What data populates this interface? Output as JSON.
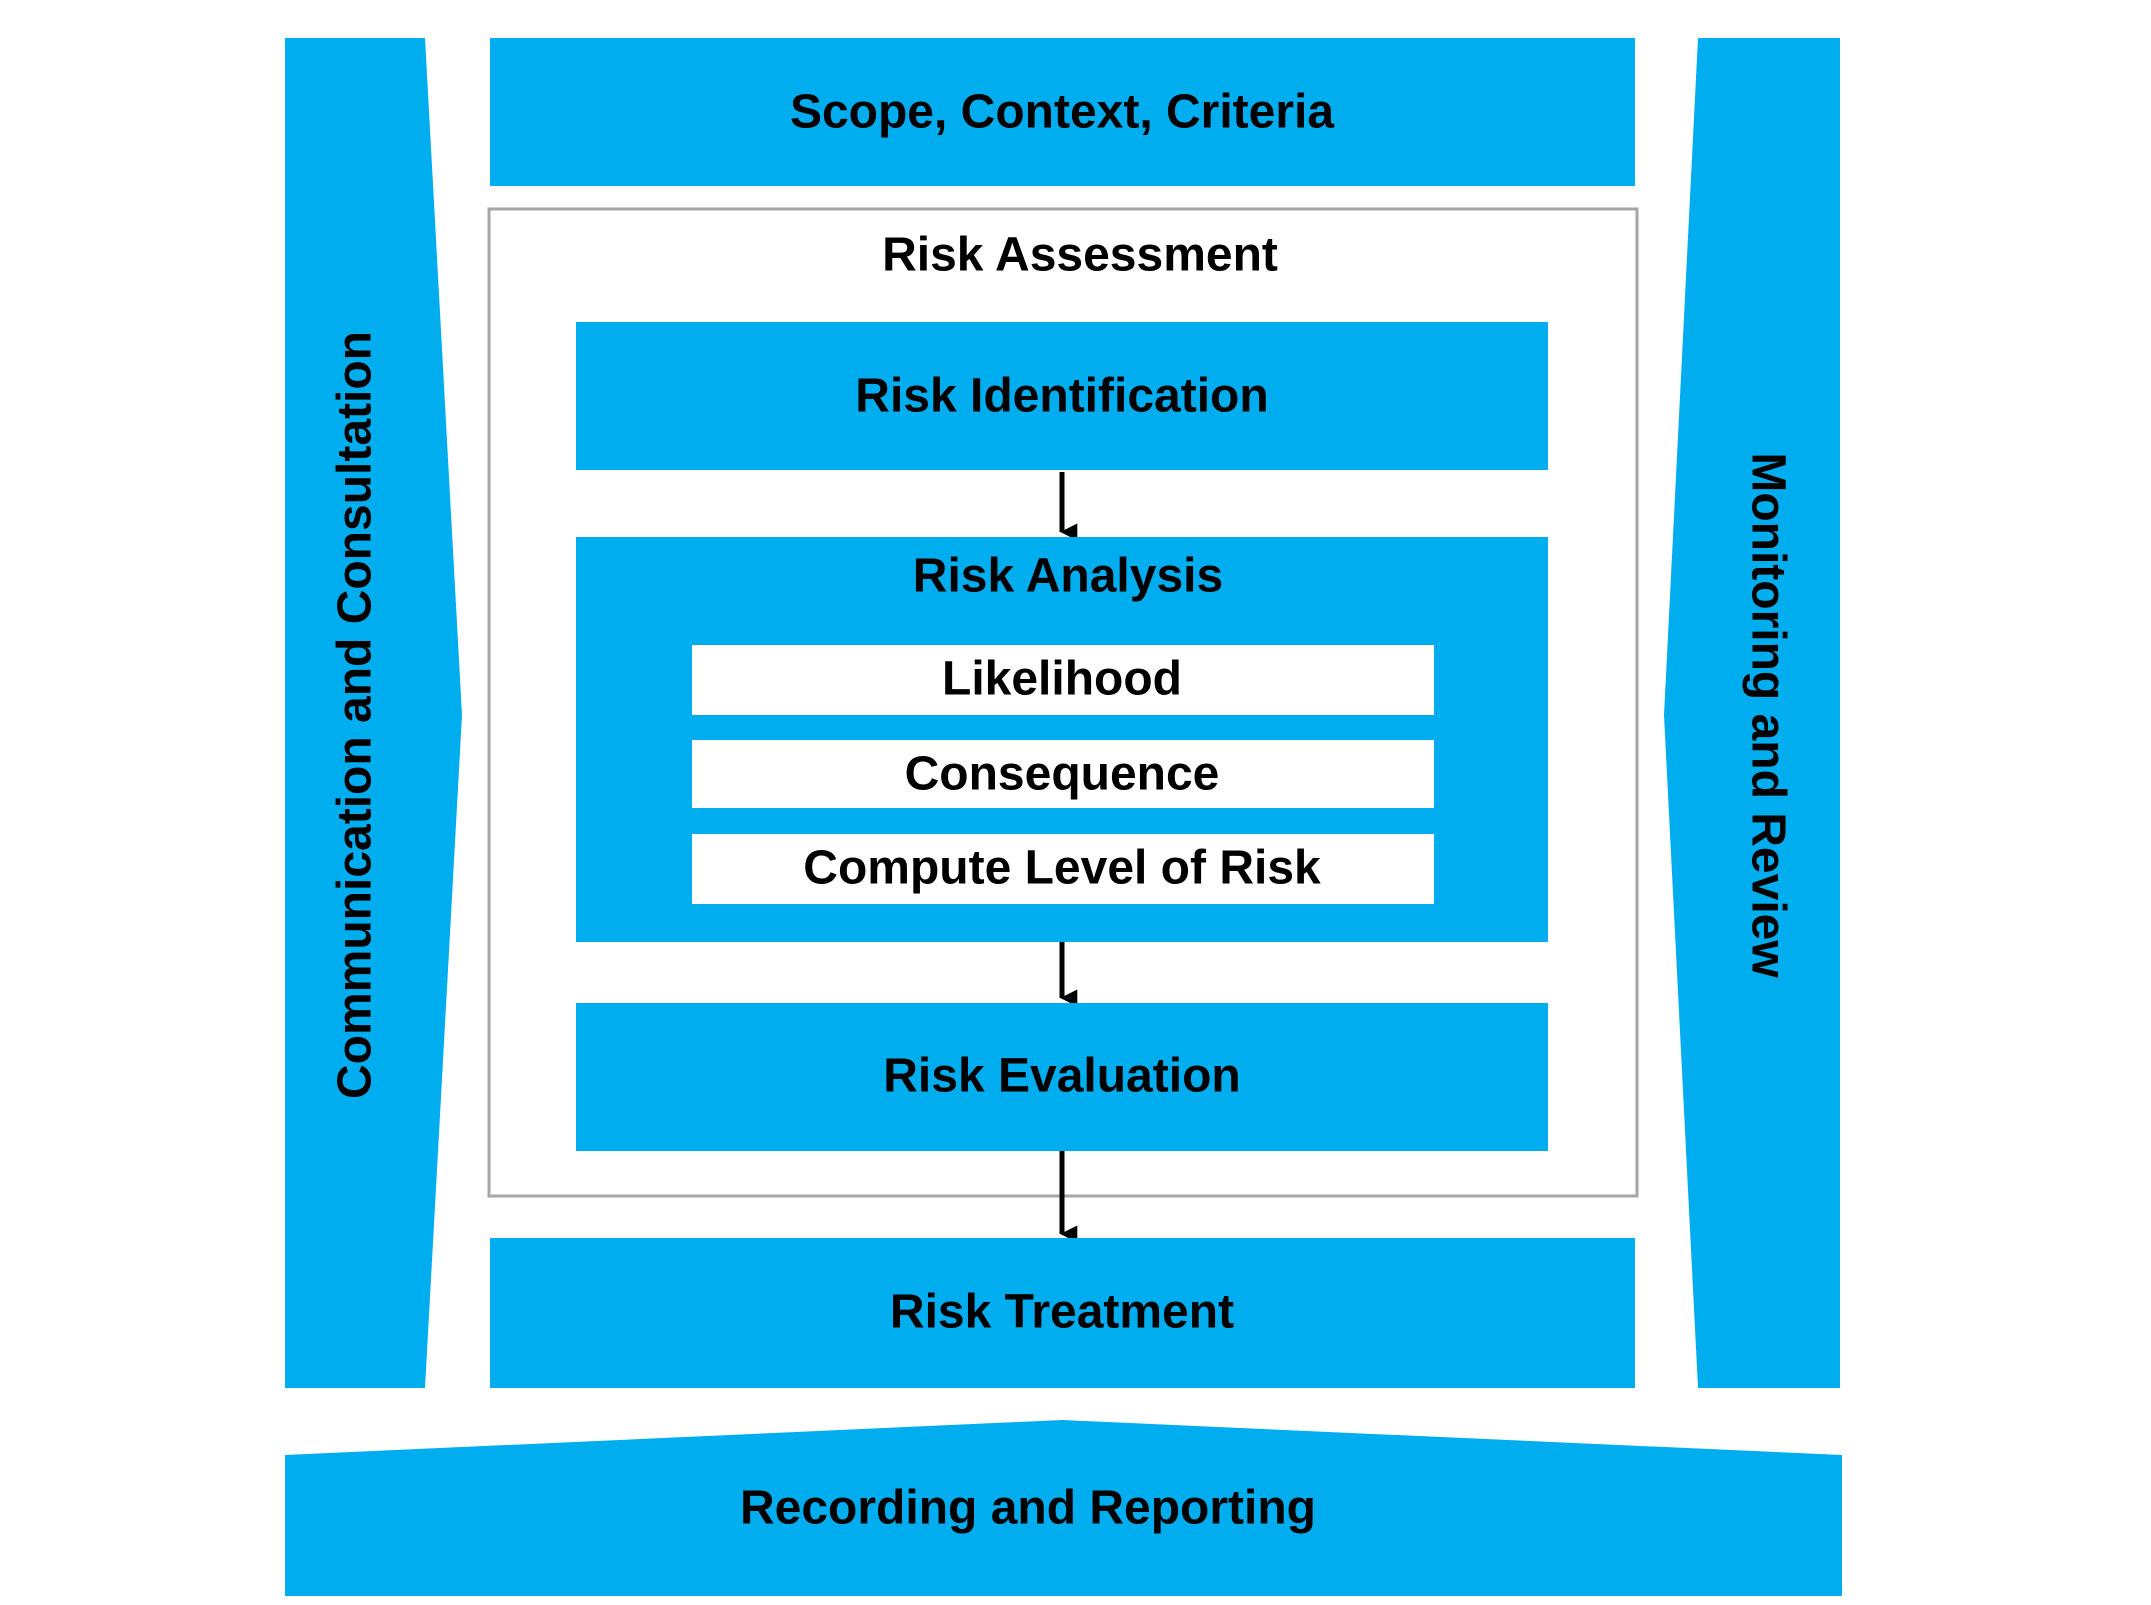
{
  "colors": {
    "accent": "#00AEEF",
    "box_fill": "#FFFFFF",
    "frame_border": "#A6A6A6",
    "text": "#000000",
    "arrow": "#000000"
  },
  "side_left": {
    "label": "Communication and Consultation"
  },
  "side_right": {
    "label": "Monitoring and Review"
  },
  "top_block": {
    "label": "Scope, Context, Criteria"
  },
  "assessment": {
    "title": "Risk Assessment",
    "identification": {
      "label": "Risk Identification"
    },
    "analysis": {
      "label": "Risk Analysis",
      "items": [
        {
          "label": "Likelihood"
        },
        {
          "label": "Consequence"
        },
        {
          "label": "Compute Level of Risk"
        }
      ]
    },
    "evaluation": {
      "label": "Risk Evaluation"
    }
  },
  "treatment": {
    "label": "Risk Treatment"
  },
  "bottom_band": {
    "label": "Recording and Reporting"
  }
}
